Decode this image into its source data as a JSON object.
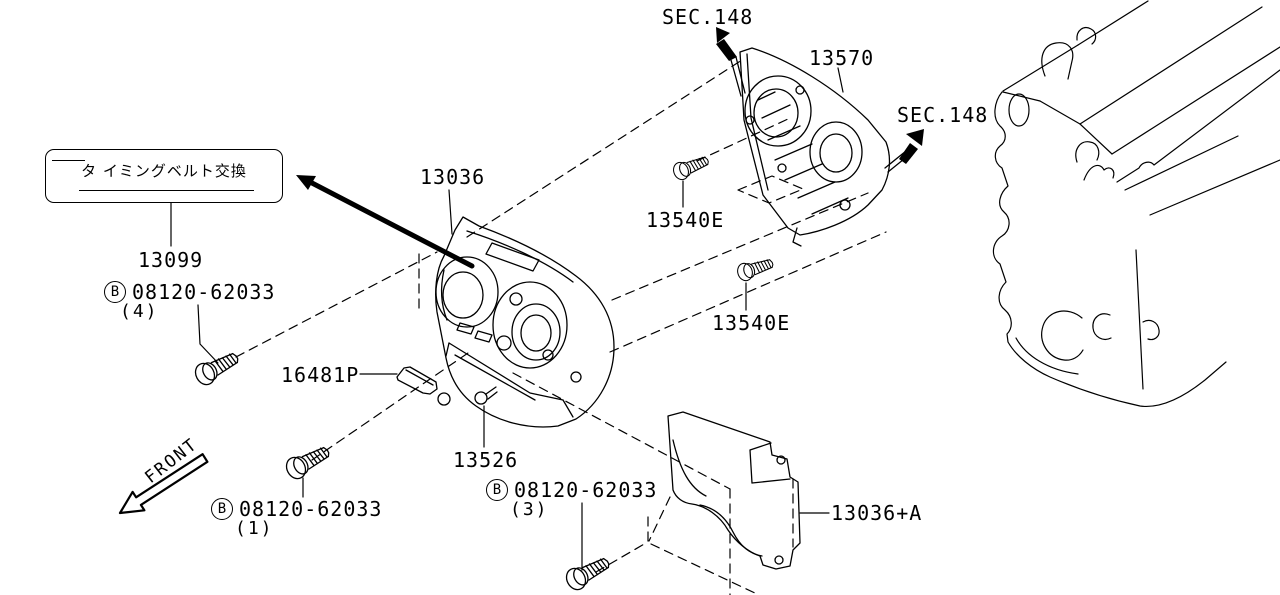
{
  "labels": {
    "sec148_top": "SEC.148",
    "sec148_right": "SEC.148",
    "p13570": "13570",
    "p13036": "13036",
    "p13540e_a": "13540E",
    "p13540e_b": "13540E",
    "p13099": "13099",
    "p16481p": "16481P",
    "p13526": "13526",
    "p13036a": "13036+A",
    "front": "FRONT"
  },
  "note_box": {
    "text": "タ イミングベルト交換"
  },
  "bolts": {
    "b4": {
      "prefix": "B",
      "number": "08120-62033",
      "qty": "(4)"
    },
    "b1": {
      "prefix": "B",
      "number": "08120-62033",
      "qty": "(1)"
    },
    "b3": {
      "prefix": "B",
      "number": "08120-62033",
      "qty": "(3)"
    }
  },
  "colors": {
    "line": "#000000",
    "background": "#ffffff"
  }
}
